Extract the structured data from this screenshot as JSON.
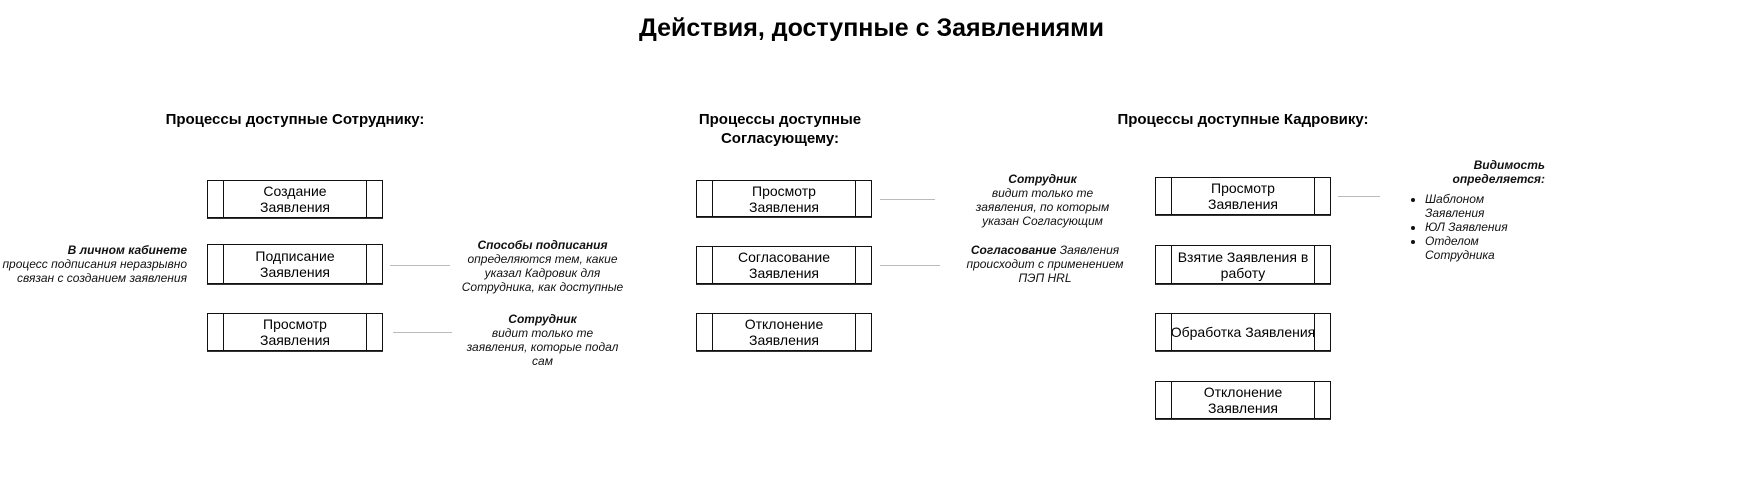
{
  "title": "Действия, доступные с Заявлениями",
  "columns": [
    {
      "header": "Процессы доступные Сотруднику:",
      "items": [
        "Создание Заявления",
        "Подписание Заявления",
        "Просмотр Заявления"
      ]
    },
    {
      "header": "Процессы доступные Согласующему:",
      "items": [
        "Просмотр Заявления",
        "Согласование Заявления",
        "Отклонение Заявления"
      ]
    },
    {
      "header": "Процессы доступные Кадровику:",
      "items": [
        "Просмотр Заявления",
        "Взятие Заявления в работу",
        "Обработка Заявления",
        "Отклонение Заявления"
      ]
    }
  ],
  "notes": {
    "cabinet": {
      "bold": "В личном кабинете",
      "text": "процесс подписания неразрывно связан с созданием заявления"
    },
    "signing": {
      "bold": "Способы подписания",
      "text": "определяются тем, какие указал Кадровик для Сотрудника, как доступные"
    },
    "employee_view": {
      "bold": "Сотрудник",
      "text": "видит только те заявления, которые подал сам"
    },
    "approver_view": {
      "bold": "Сотрудник",
      "text": "видит только те заявления, по которым указан Согласующим"
    },
    "approval": {
      "bold": "Согласование",
      "text": " Заявления происходит с применением ПЭП HRL"
    },
    "visibility": {
      "bold": "Видимость определяется:",
      "items": [
        "Шаблоном Заявления",
        "ЮЛ Заявления",
        "Отделом Сотрудника"
      ]
    }
  }
}
